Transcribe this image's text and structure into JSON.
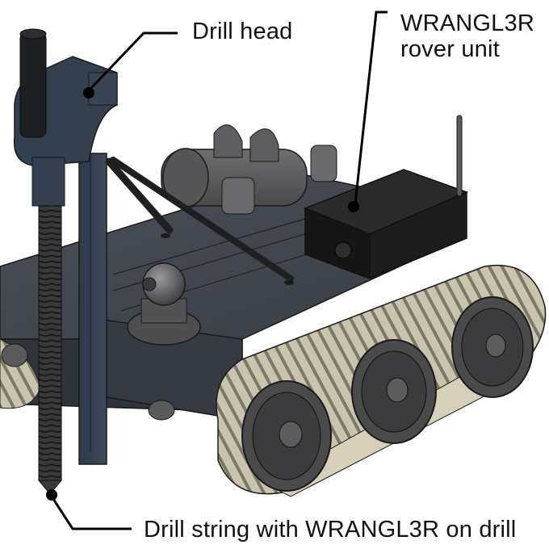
{
  "figure": {
    "subject": "Tracked rover with vertical auger drill (CAD rendering)",
    "colors": {
      "background": "#ffffff",
      "chassis": "#3f434b",
      "chassis_dark": "#2f333a",
      "drill_mast": "#36414f",
      "motor": "#5a5a5c",
      "rover_box": "#1a1a1b",
      "track": "#b9b4a0",
      "wheel": "#4a4a4c",
      "callout_line": "#000000"
    }
  },
  "callouts": {
    "drill_head": {
      "label": "Drill head"
    },
    "rover_unit": {
      "line1": "WRANGL3R",
      "line2": "rover unit"
    },
    "drill_string": {
      "label": "Drill string with WRANGL3R on drill"
    }
  }
}
